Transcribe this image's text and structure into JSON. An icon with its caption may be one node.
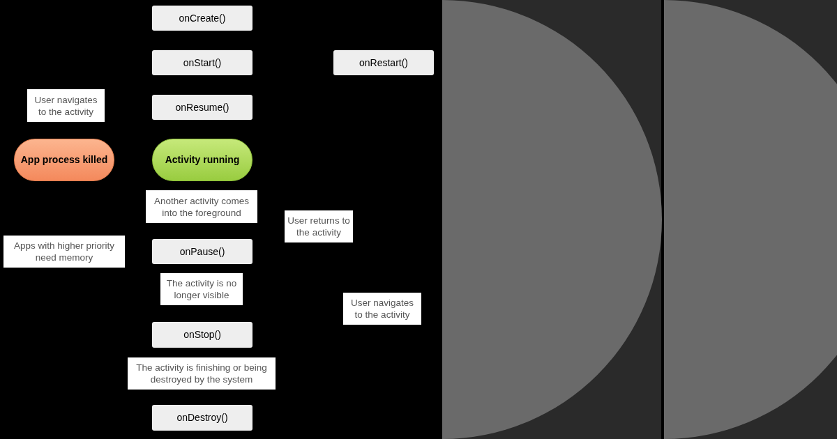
{
  "diagram": {
    "nodes": [
      {
        "text": [
          "onCreate()"
        ]
      },
      {
        "text": [
          "onStart()"
        ]
      },
      {
        "text": [
          "onRestart()"
        ]
      },
      {
        "text": [
          "User navigates to the activity"
        ]
      },
      {
        "text": [
          "onResume()"
        ]
      },
      {
        "text": [
          "App process killed"
        ]
      },
      {
        "text": [
          "Activity running"
        ]
      },
      {
        "text": [
          "Another activity comes into the foreground"
        ]
      },
      {
        "text": [
          "User returns to the activity"
        ]
      },
      {
        "text": [
          "Apps with higher priority need memory"
        ]
      },
      {
        "text": [
          "onPause()"
        ]
      },
      {
        "text": [
          "The activity is no longer visible"
        ]
      },
      {
        "text": [
          "User navigates to the activity"
        ]
      },
      {
        "text": [
          "onStop()"
        ]
      },
      {
        "text": [
          "The activity is finishing or being destroyed by the system"
        ]
      },
      {
        "text": [
          "onDestroy()"
        ]
      }
    ]
  }
}
